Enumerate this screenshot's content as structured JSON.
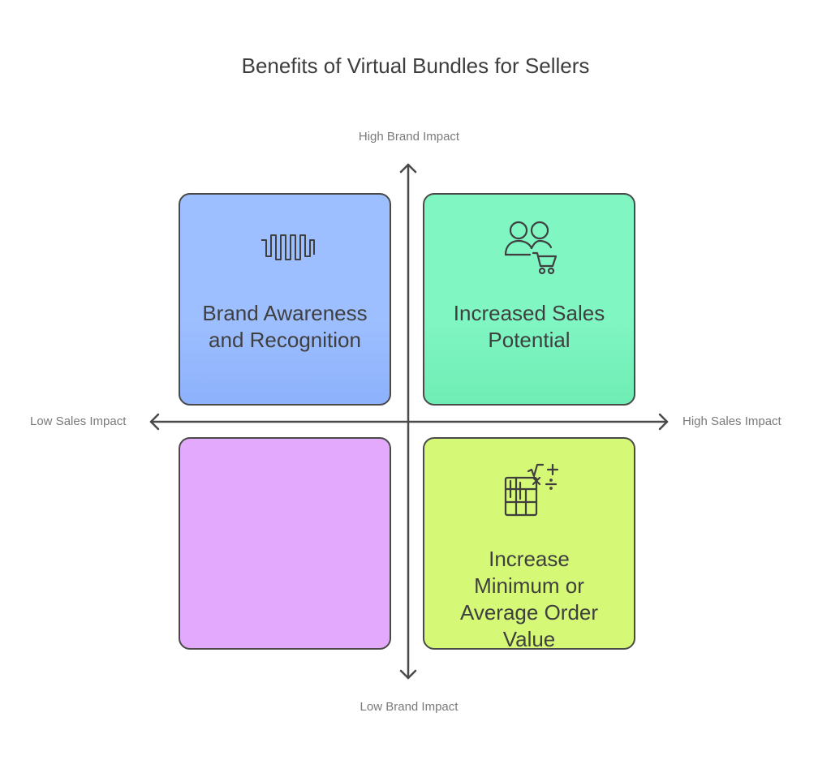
{
  "title": "Benefits of Virtual Bundles for Sellers",
  "axes": {
    "top": "High Brand Impact",
    "bottom": "Low Brand Impact",
    "left": "Low Sales Impact",
    "right": "High Sales Impact"
  },
  "quadrants": {
    "top_left": {
      "lines": [
        "Brand Awareness",
        "and Recognition"
      ],
      "icon": "waveform-icon",
      "color": "#9dbfff"
    },
    "top_right": {
      "lines": [
        "Increased Sales",
        "Potential"
      ],
      "icon": "customers-cart-icon",
      "color": "#80f6c3"
    },
    "bottom_left": {
      "lines": [],
      "color": "#e3a9fc"
    },
    "bottom_right": {
      "lines": [
        "Increase",
        "Minimum or",
        "Average Order",
        "Value"
      ],
      "icon": "calculator-math-icon",
      "color": "#d5f876"
    }
  },
  "colors": {
    "axis": "#4a4a4a",
    "border": "#4a4a4a",
    "text": "#3f3f3f",
    "axis_label": "#7a7a7a"
  }
}
